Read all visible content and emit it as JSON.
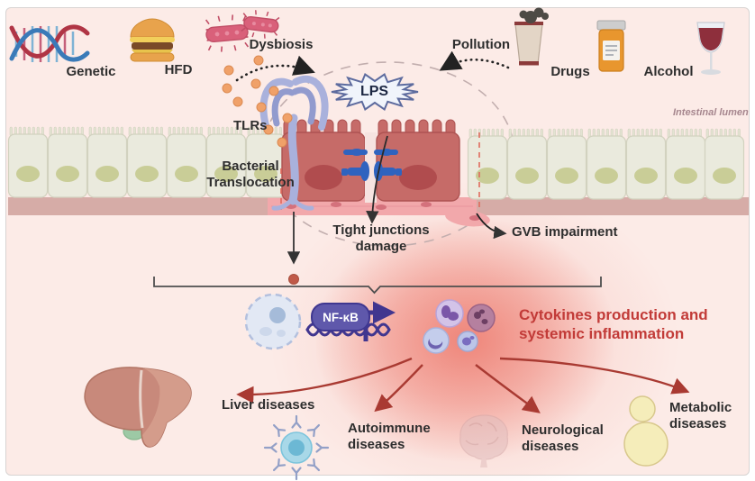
{
  "figure": {
    "top_factors": [
      {
        "name": "genetic",
        "label": "Genetic"
      },
      {
        "name": "hfd",
        "label": "HFD"
      },
      {
        "name": "dysbiosis",
        "label": "Dysbiosis"
      },
      {
        "name": "pollution",
        "label": "Pollution"
      },
      {
        "name": "drugs",
        "label": "Drugs"
      },
      {
        "name": "alcohol",
        "label": "Alcohol"
      }
    ],
    "labels": {
      "lps": "LPS",
      "tlrs": "TLRs",
      "bacterial_translocation": "Bacterial Translocation",
      "intestinal_lumen": "Intestinal lumen",
      "tight_junctions_damage": "Tight junctions damage",
      "gvb_impairment": "GVB impairment",
      "nfkb": "NF-κB",
      "cytokines": "Cytokines production and systemic inflammation"
    },
    "diseases": [
      {
        "name": "liver",
        "label": "Liver diseases"
      },
      {
        "name": "autoimmune",
        "label": "Autoimmune diseases"
      },
      {
        "name": "neurological",
        "label": "Neurological diseases"
      },
      {
        "name": "metabolic",
        "label": "Metabolic diseases"
      }
    ],
    "colors": {
      "background": "#fcebe7",
      "accent_red": "#c23b38",
      "healthy_epithelium": "#eaeadd",
      "damaged_epithelium": "#c66b68",
      "tight_junction_blue": "#2f63bf",
      "tlr_purple": "#a9b1dc",
      "nfkb_purple": "#5f58ab",
      "lps_dot_orange": "#f0a169",
      "basement_band_pink": "#d6aca7",
      "arrow_red": "#a93a32"
    }
  }
}
